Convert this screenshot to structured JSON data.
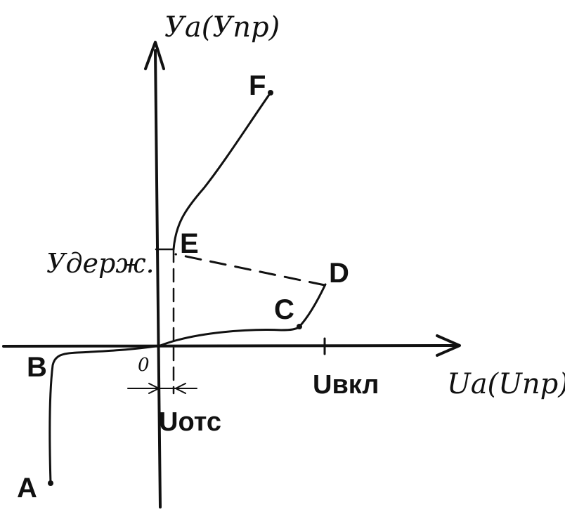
{
  "y_axis_label": "Уа(Упр)",
  "x_axis_label": "Uа(Uпр)",
  "origin_label": "0",
  "hold_label": "Удерж.",
  "switch_on_label": "Uвкл",
  "cutoff_label": "Uотс",
  "points": {
    "A": "A",
    "B": "B",
    "C": "C",
    "D": "D",
    "E": "E",
    "F": "F"
  }
}
